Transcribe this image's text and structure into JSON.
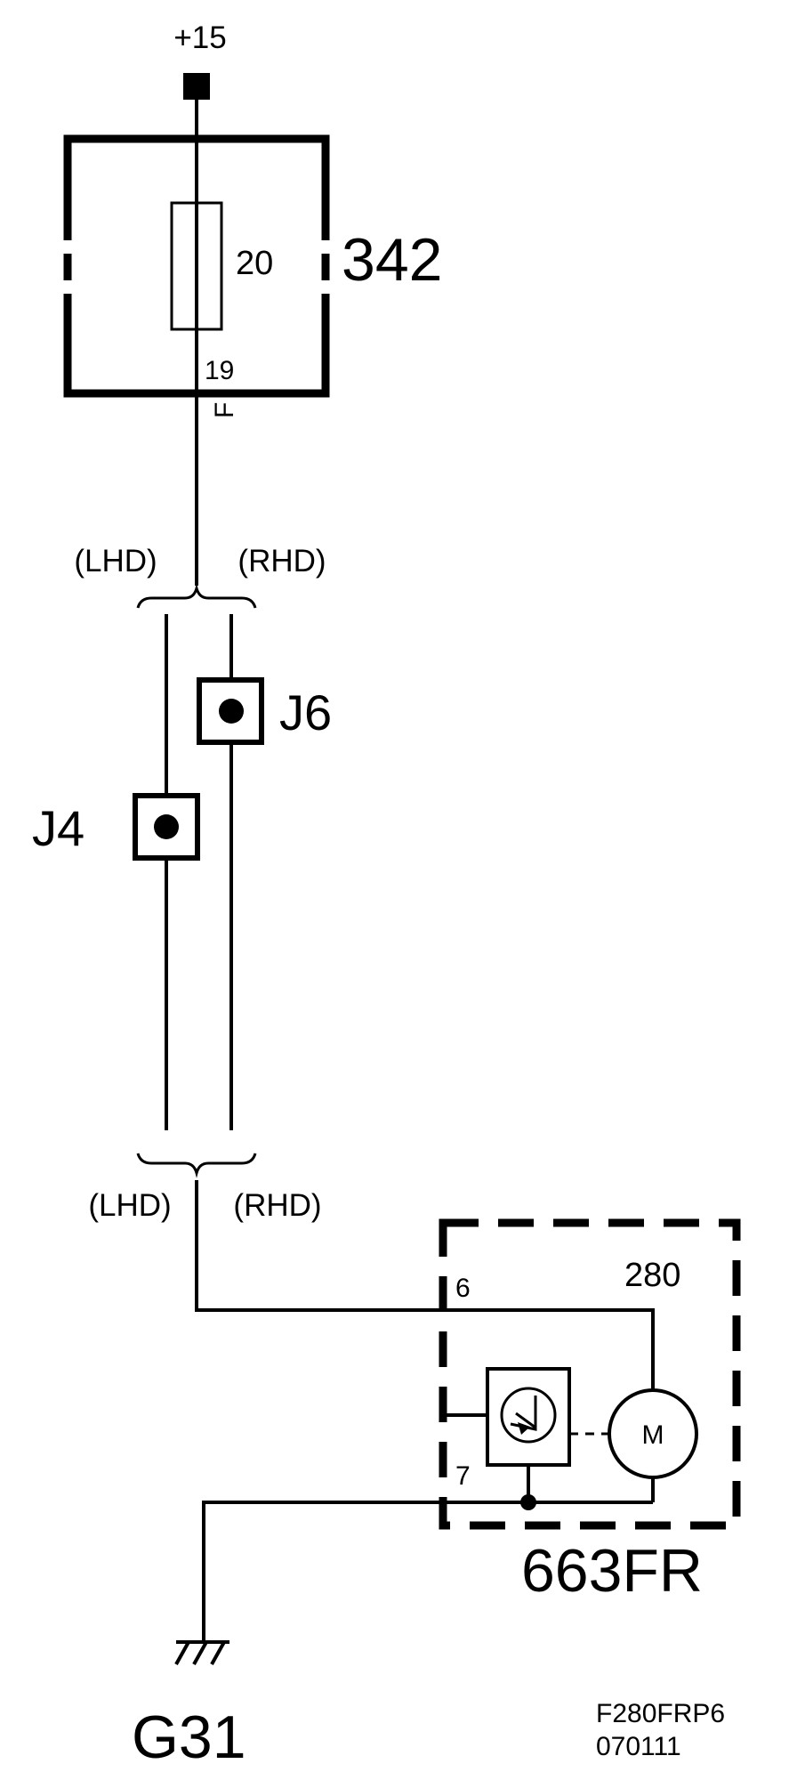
{
  "supply": {
    "label": "+15"
  },
  "fuse_box": {
    "id": "342",
    "fuse_number": "20",
    "pin": "19",
    "wire_code": "F"
  },
  "variant_upper": {
    "left": "(LHD)",
    "right": "(RHD)"
  },
  "variant_lower": {
    "left": "(LHD)",
    "right": "(RHD)"
  },
  "junctions": {
    "rhd": "J6",
    "lhd": "J4"
  },
  "pump_unit": {
    "id": "280",
    "pin_top": "6",
    "pin_bottom": "7",
    "motor_label": "M",
    "component_id": "663FR"
  },
  "ground": {
    "label": "G31"
  },
  "drawing_ref": {
    "code": "F280FRP6",
    "date": "070111"
  }
}
